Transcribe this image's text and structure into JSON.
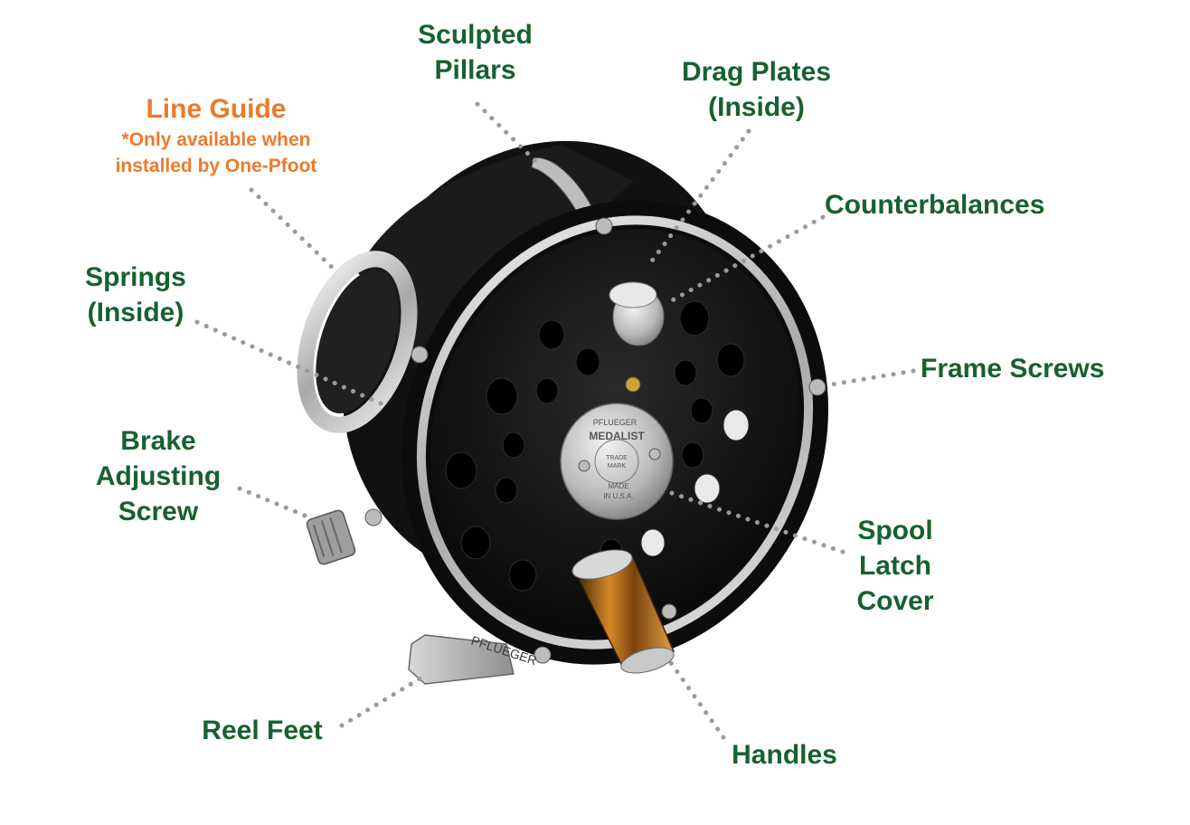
{
  "colors": {
    "label_green": "#17612f",
    "label_orange": "#ec7a2b",
    "leader_dots": "#9a9a9a",
    "reel_body": "#151515",
    "reel_silver": "#c9c9c9",
    "handle_amber": "#c77a1e"
  },
  "labels": {
    "sculpted_pillars": [
      "Sculpted",
      "Pillars"
    ],
    "drag_plates": [
      "Drag Plates",
      "(Inside)"
    ],
    "line_guide": {
      "title": "Line Guide",
      "note": [
        "*Only available when",
        "installed by One-Pfoot"
      ]
    },
    "counterbalances": "Counterbalances",
    "springs": [
      "Springs",
      "(Inside)"
    ],
    "frame_screws": "Frame Screws",
    "brake_adjusting_screw": [
      "Brake",
      "Adjusting",
      "Screw"
    ],
    "spool_latch_cover": [
      "Spool",
      "Latch",
      "Cover"
    ],
    "reel_feet": "Reel Feet",
    "handles": "Handles"
  },
  "reel_markings": {
    "brand": "PFLUEGER",
    "model": "MEDALIST",
    "trade_mark": [
      "TRADE",
      "MARK"
    ],
    "made_in": [
      "MADE",
      "IN U.S.A."
    ],
    "rim_brand": "PFLUEGER"
  }
}
